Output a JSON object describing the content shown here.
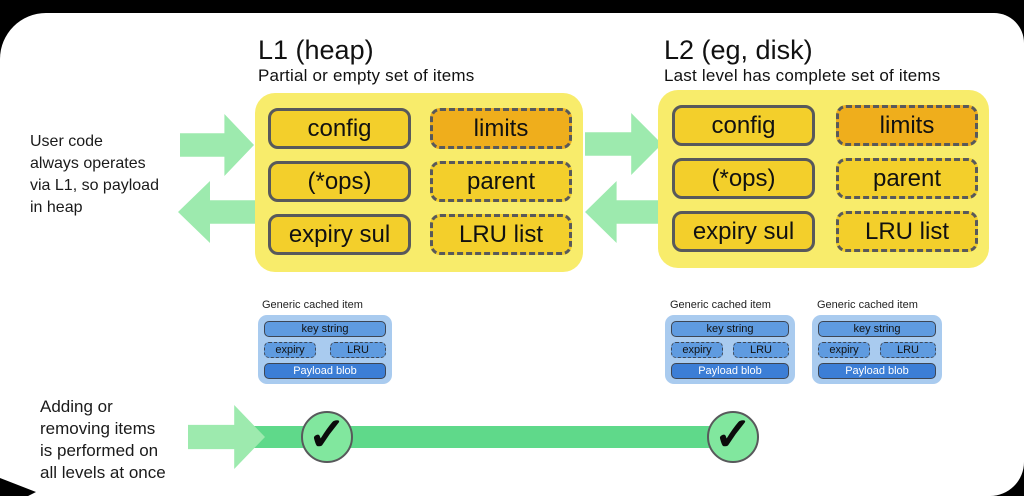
{
  "notes": {
    "user_code": [
      "User code",
      "always operates",
      "via L1, so payload",
      "in heap"
    ],
    "all_levels": [
      "Adding or",
      "removing items",
      "is performed on",
      "all levels at once"
    ]
  },
  "l1": {
    "title": "L1 (heap)",
    "subtitle": "Partial or empty set of items",
    "solid_items": [
      "config",
      "(*ops)",
      "expiry sul"
    ],
    "dashed_items": [
      "limits",
      "parent",
      "LRU list"
    ]
  },
  "l2": {
    "title": "L2 (eg, disk)",
    "subtitle": "Last level has complete set of items",
    "solid_items": [
      "config",
      "(*ops)",
      "expiry sul"
    ],
    "dashed_items": [
      "limits",
      "parent",
      "LRU list"
    ]
  },
  "generic_item": {
    "label": "Generic cached item",
    "key": "key string",
    "expiry": "expiry",
    "lru": "LRU",
    "payload": "Payload blob"
  },
  "check_icon": "✓",
  "colors": {
    "container_yellow": "#F8EC6B",
    "item_yellow": "#F3CF2B",
    "item_highlight_orange": "#EFAE1C",
    "arrow_green_light": "#9DEAAE",
    "sync_bar_green": "#5FD98A",
    "check_circle_green": "#81E79E",
    "card_blue_light": "#A9CBEF",
    "card_blue_mid": "#5F9BE0",
    "card_blue_dark": "#3C7ED6"
  }
}
